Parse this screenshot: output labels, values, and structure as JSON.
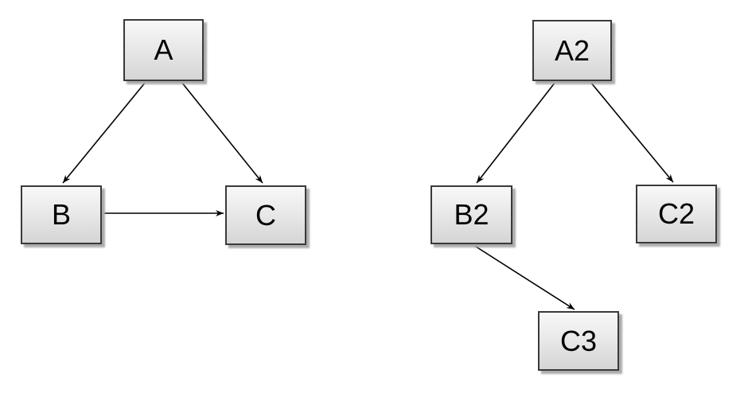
{
  "colors": {
    "background": "#ffffff",
    "node_fill_top": "#f8f8f8",
    "node_fill_bottom": "#d5d5d5",
    "node_border": "#3a3a3a",
    "node_shadow": "#acacac",
    "edge": "#000000",
    "label_text": "#000000"
  },
  "graphs": [
    {
      "name": "left-graph",
      "nodes": [
        {
          "id": "A",
          "label": "A"
        },
        {
          "id": "B",
          "label": "B"
        },
        {
          "id": "C",
          "label": "C"
        }
      ],
      "edges": [
        {
          "from": "A",
          "to": "B",
          "directed": true
        },
        {
          "from": "A",
          "to": "C",
          "directed": true
        },
        {
          "from": "B",
          "to": "C",
          "directed": true
        }
      ]
    },
    {
      "name": "right-graph",
      "nodes": [
        {
          "id": "A2",
          "label": "A2"
        },
        {
          "id": "B2",
          "label": "B2"
        },
        {
          "id": "C2",
          "label": "C2"
        },
        {
          "id": "C3",
          "label": "C3"
        }
      ],
      "edges": [
        {
          "from": "A2",
          "to": "B2",
          "directed": true
        },
        {
          "from": "A2",
          "to": "C2",
          "directed": true
        },
        {
          "from": "B2",
          "to": "C3",
          "directed": true
        }
      ]
    }
  ]
}
